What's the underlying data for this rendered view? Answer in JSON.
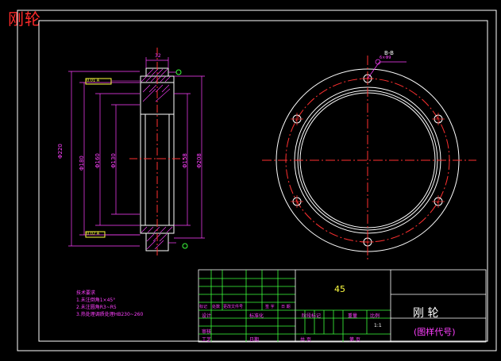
{
  "drawing_title": "刚轮",
  "tech_requirements": {
    "heading": "技术要求",
    "items": [
      "1.未注倒角1×45°",
      "2.未注圆角R3~R5",
      "3.热处理调质处理HB230~260"
    ]
  },
  "title_block": {
    "scale_ratio": "45",
    "part_name": "刚  轮",
    "drawing_code": "(图样代号)",
    "scale": "1:1",
    "headers_left": [
      "标记",
      "处数",
      "更改文件号",
      "签 字",
      "日 期"
    ],
    "designer": "设计",
    "standard": "标准化",
    "reviewer": "审核",
    "process": "工艺",
    "date": "日期",
    "stage_mark": "阶段标记",
    "weight": "重量",
    "ratio_label": "比例",
    "total_sheets": "共  页",
    "sheet_no": "第  页"
  },
  "dims": {
    "d1": "Φ220",
    "d2": "Φ180",
    "d3": "Φ160",
    "d4": "Φ130",
    "d5": "Φ158",
    "d6": "Φ208",
    "top_w": "32",
    "section_note": "B-B",
    "hole_label": "6×Φ9",
    "tol1": "0.01 A",
    "tol2": "0.02 A"
  },
  "colors": {
    "frame": "#ffffff",
    "dim": "#ff40ff",
    "center": "#ff3030",
    "table": "#3cff3c",
    "accent": "#ffff40"
  }
}
